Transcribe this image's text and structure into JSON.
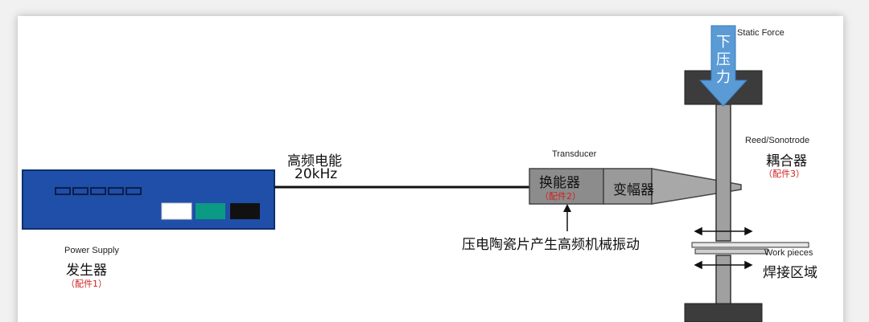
{
  "labels": {
    "static_force": "Static Force",
    "down_pressure": [
      "下",
      "压",
      "力"
    ],
    "reed_sonotrode": "Reed/Sonotrode",
    "coupler": "耦合器",
    "part3": "（配件3）",
    "transducer": "Transducer",
    "converter": "换能器",
    "part2": "（配件2）",
    "booster": "变幅器",
    "hf_energy": "高频电能",
    "frequency": "20kHz",
    "piezo_note": "压电陶瓷片产生高频机械振动",
    "power_supply": "Power Supply",
    "generator": "发生器",
    "part1": "（配件1）",
    "work_pieces": "Work pieces",
    "weld_zone": "焊接区域"
  },
  "colors": {
    "supply_blue": "#1f4fa8",
    "gray_body": "#8c8c8c",
    "dark_block": "#3c3c3c",
    "arrow_blue": "#5b9bd5",
    "green_button": "#0b9a84",
    "label_red": "#d02020"
  }
}
